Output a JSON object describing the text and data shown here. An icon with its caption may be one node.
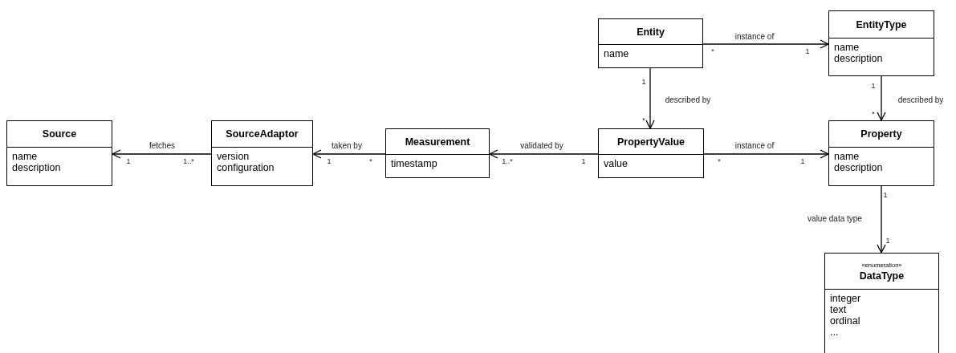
{
  "diagram": {
    "nodes": [
      {
        "text": [
          "Entity",
          "name"
        ]
      },
      {
        "text": [
          "EntityType",
          "name",
          "description"
        ]
      },
      {
        "text": [
          "Source",
          "name",
          "description"
        ]
      },
      {
        "text": [
          "SourceAdaptor",
          "version",
          "configuration"
        ]
      },
      {
        "text": [
          "Measurement",
          "timestamp"
        ]
      },
      {
        "text": [
          "PropertyValue",
          "value"
        ]
      },
      {
        "text": [
          "Property",
          "name",
          "description"
        ]
      },
      {
        "text": [
          "«enumeration»",
          "DataType",
          "integer",
          "text",
          "ordinal",
          "..."
        ]
      }
    ],
    "edges": [
      {
        "from": 0,
        "to": 1,
        "arrow": "to",
        "label": "instance of"
      },
      {
        "from": 0,
        "to": 5,
        "arrow": "to",
        "label": "described by"
      },
      {
        "from": 1,
        "to": 6,
        "arrow": "to",
        "label": "described by"
      },
      {
        "from": 3,
        "to": 2,
        "arrow": "to",
        "label": "fetches"
      },
      {
        "from": 4,
        "to": 3,
        "arrow": "to",
        "label": "taken by"
      },
      {
        "from": 5,
        "to": 4,
        "arrow": "to",
        "label": "validated by"
      },
      {
        "from": 5,
        "to": 6,
        "arrow": "to",
        "label": "instance of"
      },
      {
        "from": 6,
        "to": 7,
        "arrow": "to",
        "label": "value data type"
      }
    ],
    "labels": [
      "*",
      "1",
      "1",
      "1",
      "*",
      "*",
      "1",
      "1..*",
      "1",
      "*",
      "1..*",
      "1",
      "*",
      "1",
      "1",
      "1"
    ]
  }
}
